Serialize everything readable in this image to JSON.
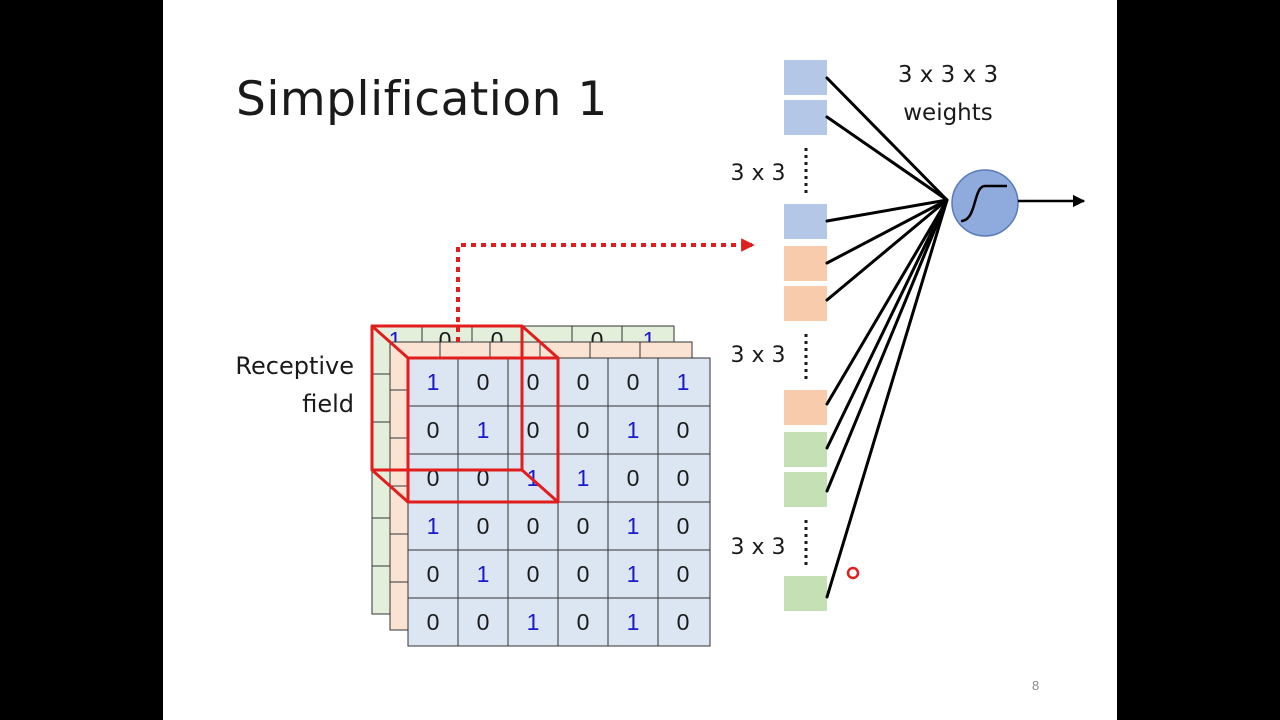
{
  "slide": {
    "title": "Simplification 1",
    "page_number": "8"
  },
  "labels": {
    "receptive_line1": "Receptive",
    "receptive_line2": "field",
    "weights_line1": "3 x 3 x 3",
    "weights_line2": "weights",
    "group_size_1": "3 x 3",
    "group_size_2": "3 x 3",
    "group_size_3": "3 x 3"
  },
  "colors": {
    "blue_channel": "#dbe6f2",
    "orange_channel": "#fbe3d4",
    "green_channel": "#e3efdb",
    "blue_input": "#b4c7e7",
    "orange_input": "#f8cbad",
    "green_input": "#c5e0b4",
    "one_digit": "#1a1acc",
    "zero_digit": "#1a1a1a",
    "receptive_field": "#e01e1e",
    "neuron": "#8faadc"
  },
  "matrix": [
    [
      1,
      0,
      0,
      0,
      0,
      1
    ],
    [
      0,
      1,
      0,
      0,
      1,
      0
    ],
    [
      0,
      0,
      1,
      1,
      0,
      0
    ],
    [
      1,
      0,
      0,
      0,
      1,
      0
    ],
    [
      0,
      1,
      0,
      0,
      1,
      0
    ],
    [
      0,
      0,
      1,
      0,
      1,
      0
    ]
  ],
  "input_groups": [
    {
      "color": "blue",
      "boxes_before_dots": 2,
      "boxes_after_dots": 1
    },
    {
      "color": "orange",
      "boxes_before_dots": 2,
      "boxes_after_dots": 1
    },
    {
      "color": "green",
      "boxes_before_dots": 2,
      "boxes_after_dots": 1
    }
  ],
  "neuron": {
    "activation_icon": "sigmoid-icon"
  }
}
